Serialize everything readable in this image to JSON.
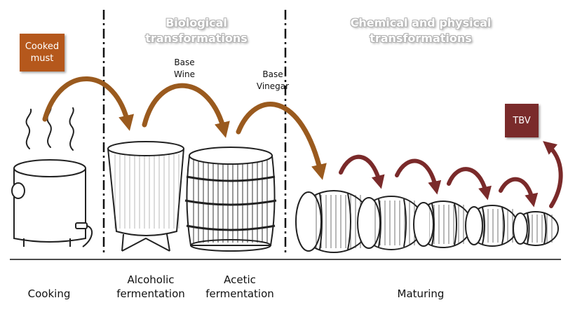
{
  "cooked_must": "Cooked\nmust",
  "tbv": "TBV",
  "sections": {
    "biological": "Biological\ntransformations",
    "chemical": "Chemical and physical\ntransformations"
  },
  "arrow_labels": {
    "base_wine": "Base\nWine",
    "base_vinegar": "Base\nVinegar"
  },
  "stages": {
    "cooking": "Cooking",
    "alcoholic": "Alcoholic\nfermentation",
    "acetic": "Acetic\nfermentation",
    "maturing": "Maturing"
  },
  "colors": {
    "cooked_box": "#b5581c",
    "tbv_box": "#7a2b2b",
    "brown_arrow": "#9a5a1e",
    "red_arrow": "#7a2a2a"
  }
}
